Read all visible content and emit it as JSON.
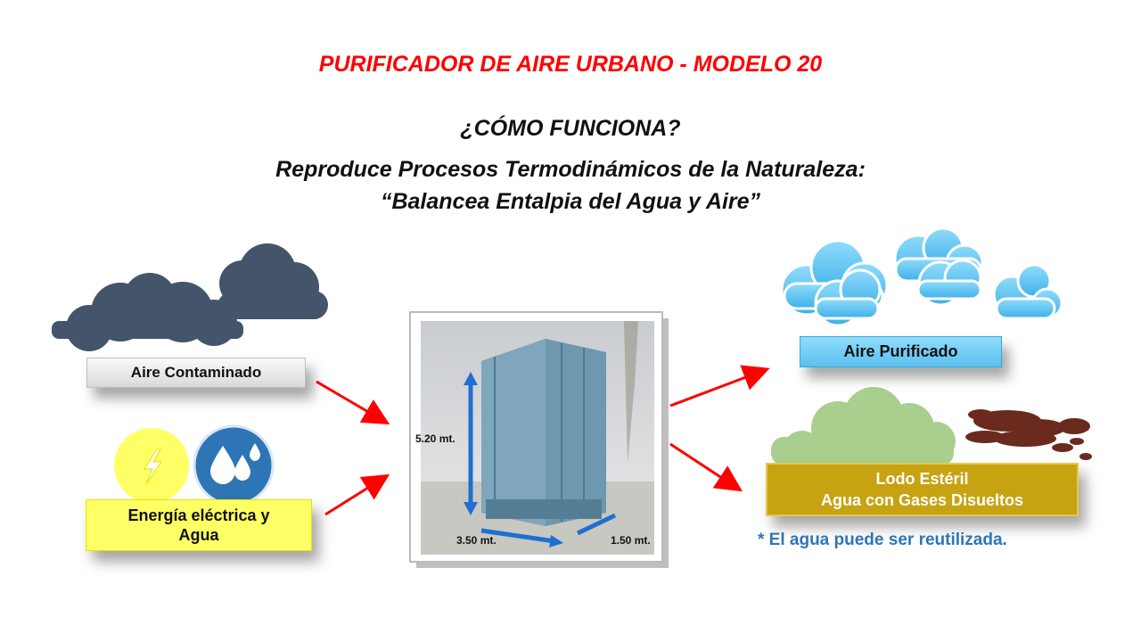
{
  "title": "PURIFICADOR DE AIRE URBANO - MODELO 20",
  "question": "¿CÓMO FUNCIONA?",
  "subtitle_line1": "Reproduce Procesos Termodinámicos de la Naturaleza:",
  "subtitle_line2": "“Balancea Entalpia del Agua y Aire”",
  "inputs": {
    "polluted_air_label": "Aire Contaminado",
    "energy_water_label_line1": "Energía  eléctrica y",
    "energy_water_label_line2": "Agua"
  },
  "device": {
    "height_label": "5.20 mt.",
    "width_label": "3.50 mt.",
    "depth_label": "1.50 mt."
  },
  "outputs": {
    "purified_air_label": "Aire Purificado",
    "sludge_label_line1": "Lodo Estéril",
    "sludge_label_line2": "Agua con Gases  Disueltos",
    "note": "* El agua puede ser reutilizada."
  },
  "colors": {
    "title": "#ff0000",
    "dark_cloud": "#44546a",
    "light_cloud": "#5bc0f0",
    "green_cloud": "#a9cf8f",
    "yellow": "#ffff66",
    "water_circle": "#2e75b6",
    "sludge_box": "#c7a211",
    "note": "#2e75b6",
    "arrow": "#ff0000"
  }
}
